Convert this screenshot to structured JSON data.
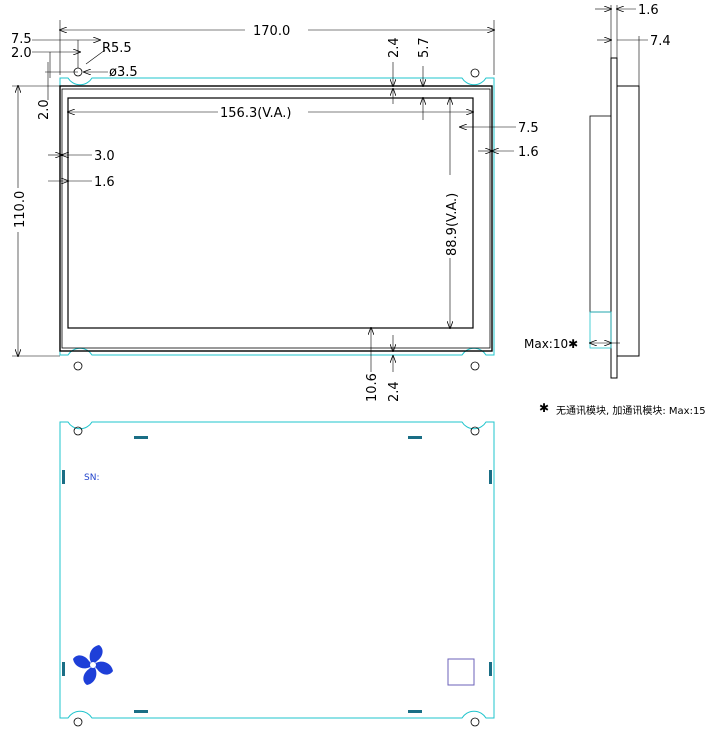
{
  "front_view": {
    "overall_width": "170.0",
    "overall_height": "110.0",
    "hole_offset_x": "7.5",
    "hole_offset_y_top": "2.0",
    "hole_offset_y_side": "2.0",
    "corner_radius": "R5.5",
    "hole_diameter": "ø3.5",
    "va_width": "156.3(V.A.)",
    "va_height": "88.9(V.A.)",
    "top_gap_a": "2.4",
    "top_gap_b": "5.7",
    "right_offset_a": "7.5",
    "right_offset_b": "1.6",
    "left_offset_a": "3.0",
    "left_offset_b": "1.6",
    "bottom_gap_a": "10.6",
    "bottom_gap_b": "2.4"
  },
  "side_view": {
    "thickness_a": "1.6",
    "thickness_b": "7.4",
    "max_label": "Max:10✱"
  },
  "note": {
    "star": "✱",
    "text": "无通讯模块, 加通讯模块: Max:15"
  },
  "back_view": {
    "sn_label": "SN:"
  },
  "colors": {
    "outline_cyan": "#1fc4cc",
    "tab_teal": "#1a6e85",
    "logo_blue": "#1e3fd8",
    "sn_blue": "#2244cc",
    "label_box": "#6b62b8"
  }
}
